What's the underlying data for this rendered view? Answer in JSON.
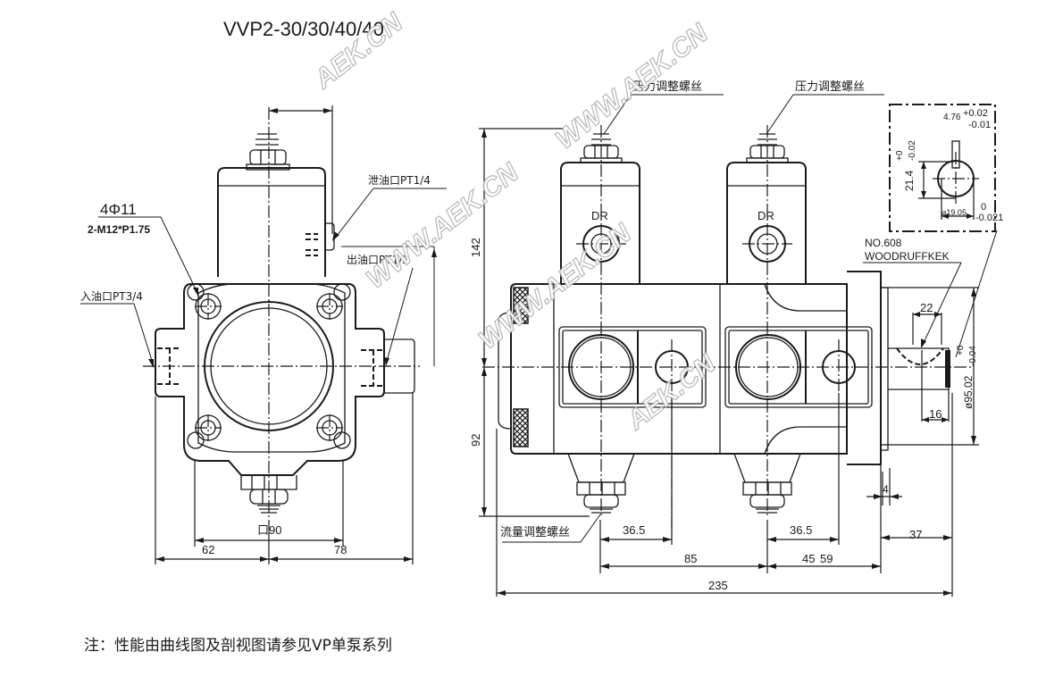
{
  "title": "VVP2-30/30/40/40",
  "watermark": {
    "short": "AEK.CN",
    "long": "WWW.AEK.CN"
  },
  "front_view": {
    "bolt_holes_label": "4Φ11",
    "thread_label": "2-M12*P1.75",
    "inlet_label": "入油口PT3/4",
    "drain_label": "泄油口PT1/4",
    "outlet_label": "出油口PT1/2",
    "square_label": "口90",
    "dim_left": "62",
    "dim_right": "78"
  },
  "side_view": {
    "pressure_screw_label_1": "压力调整螺丝",
    "pressure_screw_label_2": "压力调整螺丝",
    "flow_screw_label": "流量调整螺丝",
    "dr_label_1": "DR",
    "dr_label_2": "DR",
    "dim_height_upper": "142",
    "dim_height_lower": "92",
    "dim_36_5_a": "36.5",
    "dim_36_5_b": "36.5",
    "dim_85": "85",
    "dim_45": "45",
    "dim_59": "59",
    "dim_37": "37",
    "dim_4": "4",
    "dim_total": "235",
    "key_label_1": "NO.608",
    "key_label_2": "WOODRUFFKEK",
    "dim_22": "22",
    "dim_16": "16",
    "shaft_dia": "ø95.02",
    "shaft_tol_upper": "+0",
    "shaft_tol_lower": "-0.04"
  },
  "key_detail": {
    "key_width": "4.76",
    "key_width_tol_upper": "+0.02",
    "key_width_tol_lower": "-0.01",
    "key_height": "21.4",
    "key_height_tol_upper": "+0",
    "key_height_tol_lower": "-0.02",
    "shaft_dia": "19.05",
    "shaft_dia_tol_upper": "0",
    "shaft_dia_tol_lower": "-0.021"
  },
  "note": "注：性能由曲线图及剖视图请参见VP单泵系列"
}
